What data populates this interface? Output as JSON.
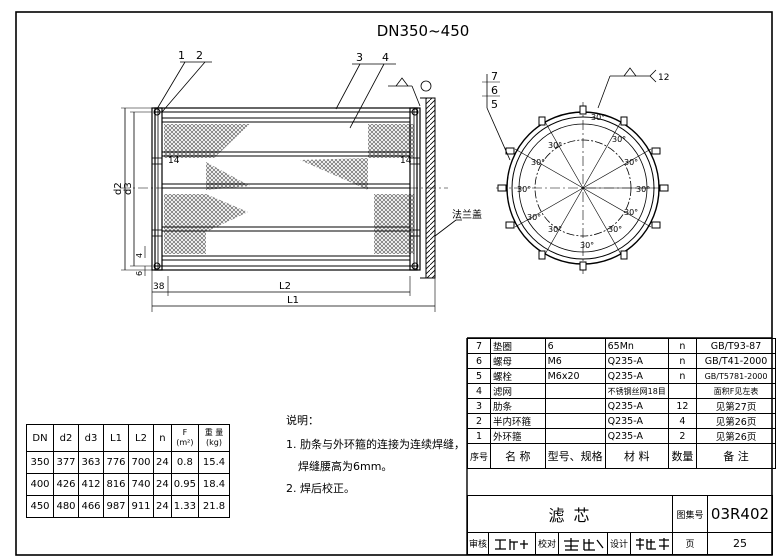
{
  "title": "DN350~450",
  "drawing": {
    "part_labels_side": [
      "1",
      "2",
      "3",
      "4"
    ],
    "part_labels_end": [
      "7",
      "6",
      "5"
    ],
    "dims": {
      "d2": "d2",
      "d3": "d3",
      "L1": "L1",
      "L2": "L2",
      "d38": "38",
      "d4": "4",
      "d6": "6",
      "d14": "14"
    },
    "callout_flange": "法兰盖",
    "roughness_value": "12",
    "ring_angle": "30°"
  },
  "dimension_table": {
    "headers": [
      "DN",
      "d2",
      "d3",
      "L1",
      "L2",
      "n",
      "F (m²)",
      "重 量 (kg)"
    ],
    "rows": [
      [
        "350",
        "377",
        "363",
        "776",
        "700",
        "24",
        "0.8",
        "15.4"
      ],
      [
        "400",
        "426",
        "412",
        "816",
        "740",
        "24",
        "0.95",
        "18.4"
      ],
      [
        "450",
        "480",
        "466",
        "987",
        "911",
        "24",
        "1.33",
        "21.8"
      ]
    ]
  },
  "notes": {
    "heading": "说明：",
    "items": [
      "1. 肋条与外环箍的连接为连续焊缝，",
      "焊缝腰高为6mm。",
      "2. 焊后校正。"
    ]
  },
  "parts_table": {
    "rows": [
      [
        "7",
        "垫圈",
        "6",
        "65Mn",
        "n",
        "GB/T93-87"
      ],
      [
        "6",
        "螺母",
        "M6",
        "Q235-A",
        "n",
        "GB/T41-2000"
      ],
      [
        "5",
        "螺栓",
        "M6x20",
        "Q235-A",
        "n",
        "GB/T5781-2000"
      ],
      [
        "4",
        "滤网",
        "",
        "不锈钢丝网18目",
        "",
        "面积F见左表"
      ],
      [
        "3",
        "肋条",
        "",
        "Q235-A",
        "12",
        "见第27页"
      ],
      [
        "2",
        "半内环箍",
        "",
        "Q235-A",
        "4",
        "见第26页"
      ],
      [
        "1",
        "外环箍",
        "",
        "Q235-A",
        "2",
        "见第26页"
      ]
    ],
    "header": [
      "序号",
      "名 称",
      "型号、规格",
      "材  料",
      "数量",
      "备  注"
    ]
  },
  "title_block": {
    "drawing_name": "滤    芯",
    "atlas_label": "图集号",
    "atlas_no": "03R402",
    "review": "审核",
    "check": "校对",
    "design": "设计",
    "page_label": "页",
    "page_no": "25"
  }
}
